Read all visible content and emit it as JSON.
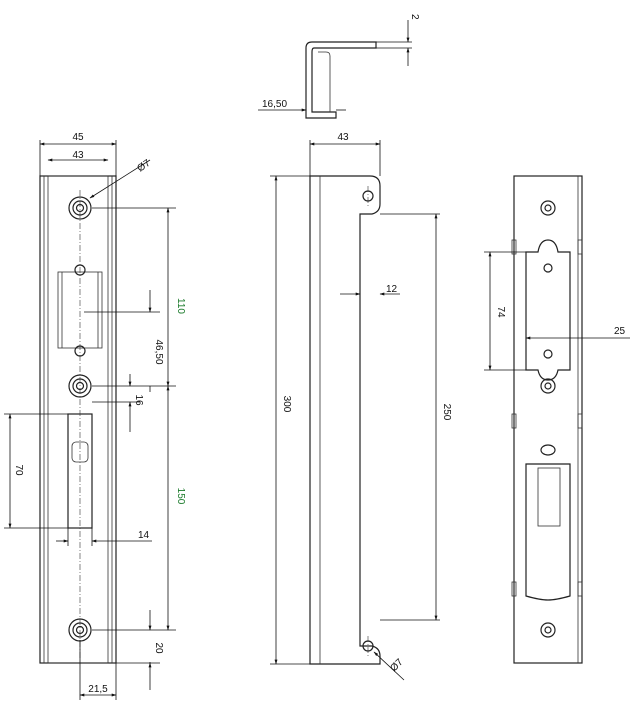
{
  "dimensions": {
    "plate_width_outer": "45",
    "plate_width_inner": "43",
    "hole_dia_left": "Ø7",
    "hole_spacing_top": "110",
    "slot_offset": "46,50",
    "slot_height": "16",
    "lower_spacing": "150",
    "slot_length": "70",
    "slot_width": "14",
    "bottom_offset": "20",
    "bottom_width": "21,5",
    "top_thickness": "2",
    "top_flange": "16,50",
    "side_width": "43",
    "side_height": "300",
    "side_inner_length": "250",
    "side_step": "12",
    "side_hole_dia": "Ø7",
    "right_opening": "74",
    "right_offset": "25"
  },
  "colors": {
    "line": "#222222",
    "dimension_highlight": "#1a7a2a"
  }
}
